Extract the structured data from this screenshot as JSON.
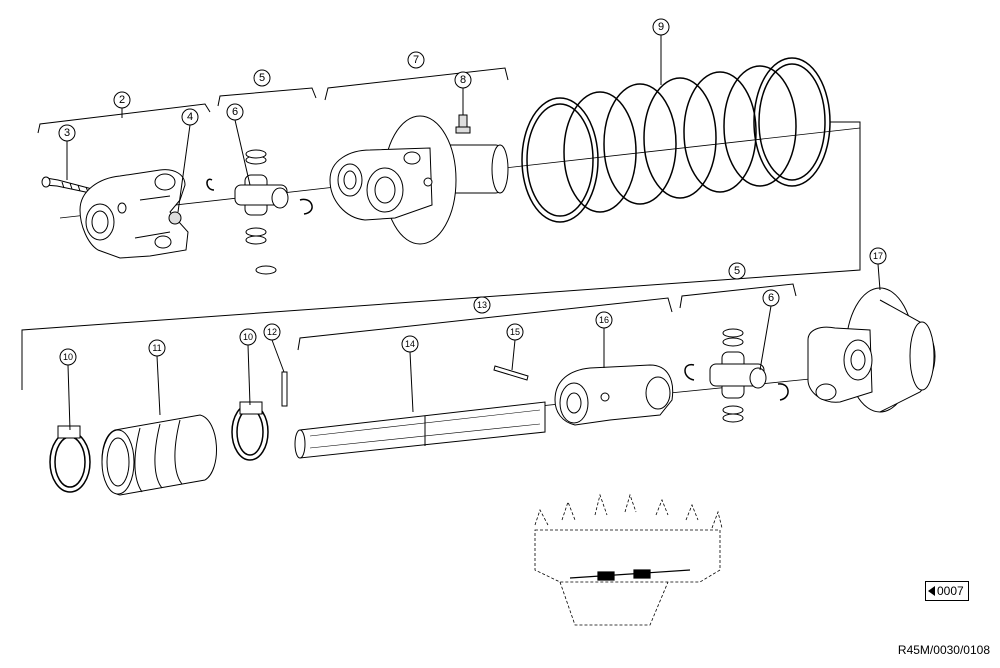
{
  "callouts": [
    {
      "id": "2",
      "label": "2"
    },
    {
      "id": "3",
      "label": "3"
    },
    {
      "id": "4",
      "label": "4"
    },
    {
      "id": "5a",
      "label": "5"
    },
    {
      "id": "6a",
      "label": "6"
    },
    {
      "id": "7",
      "label": "7"
    },
    {
      "id": "8",
      "label": "8"
    },
    {
      "id": "9",
      "label": "9"
    },
    {
      "id": "10a",
      "label": "10"
    },
    {
      "id": "11",
      "label": "11"
    },
    {
      "id": "10b",
      "label": "10"
    },
    {
      "id": "12",
      "label": "12"
    },
    {
      "id": "13",
      "label": "13"
    },
    {
      "id": "14",
      "label": "14"
    },
    {
      "id": "15",
      "label": "15"
    },
    {
      "id": "16",
      "label": "16"
    },
    {
      "id": "5b",
      "label": "5"
    },
    {
      "id": "6b",
      "label": "6"
    },
    {
      "id": "17",
      "label": "17"
    }
  ],
  "reference_badge": "0007",
  "document_code": "R45M/0030/0108"
}
